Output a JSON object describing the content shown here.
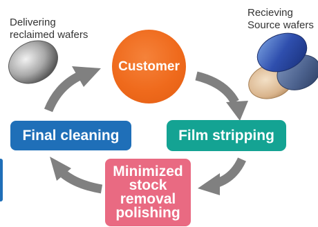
{
  "annotations": {
    "delivering": [
      "Delivering",
      "reclaimed wafers"
    ],
    "receiving": [
      "Recieving",
      "Source wafers"
    ]
  },
  "nodes": {
    "customer": "Customer",
    "film_stripping": "Film stripping",
    "polishing": [
      "Minimized",
      "stock",
      "removal",
      "polishing"
    ],
    "final_cleaning": "Final cleaning"
  },
  "colors": {
    "customer": "#ef6a1c",
    "film_stripping": "#14a393",
    "polishing": "#e96a82",
    "final_cleaning": "#1f6fb8",
    "arrow": "#808080"
  }
}
